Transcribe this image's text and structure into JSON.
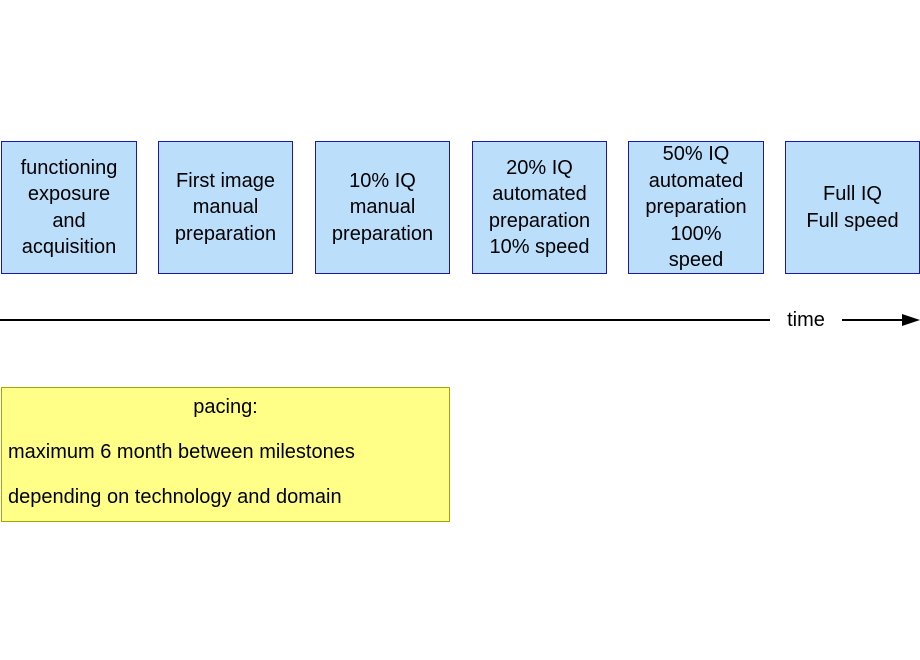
{
  "milestones": [
    {
      "label": "functioning\nexposure\nand\nacquisition"
    },
    {
      "label": "First image\nmanual\npreparation"
    },
    {
      "label": "10% IQ\nmanual\npreparation"
    },
    {
      "label": "20% IQ\nautomated\npreparation\n10% speed"
    },
    {
      "label": "50% IQ\nautomated\npreparation\n100%\nspeed"
    },
    {
      "label": "Full IQ\nFull speed"
    }
  ],
  "timeline": {
    "label": "time"
  },
  "pacing": {
    "title": "pacing:",
    "lines": [
      "maximum 6 month between milestones",
      "depending on technology and domain"
    ]
  },
  "colors": {
    "milestone_fill": "#bbdefb",
    "milestone_border": "#1a1aa6",
    "pacing_fill": "#ffff88",
    "pacing_border": "#a6a600",
    "arrow": "#000000"
  }
}
